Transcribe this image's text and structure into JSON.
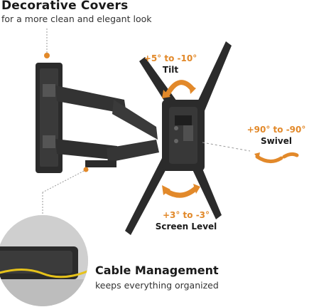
{
  "features": {
    "decorative_covers": {
      "title": "Decorative Covers",
      "subtitle": "for a more clean and elegant look"
    },
    "cable_management": {
      "title": "Cable Management",
      "subtitle": "keeps everything organized"
    }
  },
  "adjustments": {
    "tilt": {
      "range": "+5° to -10°",
      "label": "Tilt"
    },
    "swivel": {
      "range": "+90° to -90°",
      "label": "Swivel"
    },
    "screen_level": {
      "range": "+3° to -3°",
      "label": "Screen Level"
    }
  },
  "colors": {
    "accent": "#e2892a",
    "mount": "#2b2b2b",
    "mount_edge": "#444444",
    "callout_line": "#9a9a9a"
  },
  "icons": [
    "tilt-arrow-icon",
    "swivel-arrow-icon",
    "level-arrow-icon",
    "callout-dot-icon"
  ]
}
